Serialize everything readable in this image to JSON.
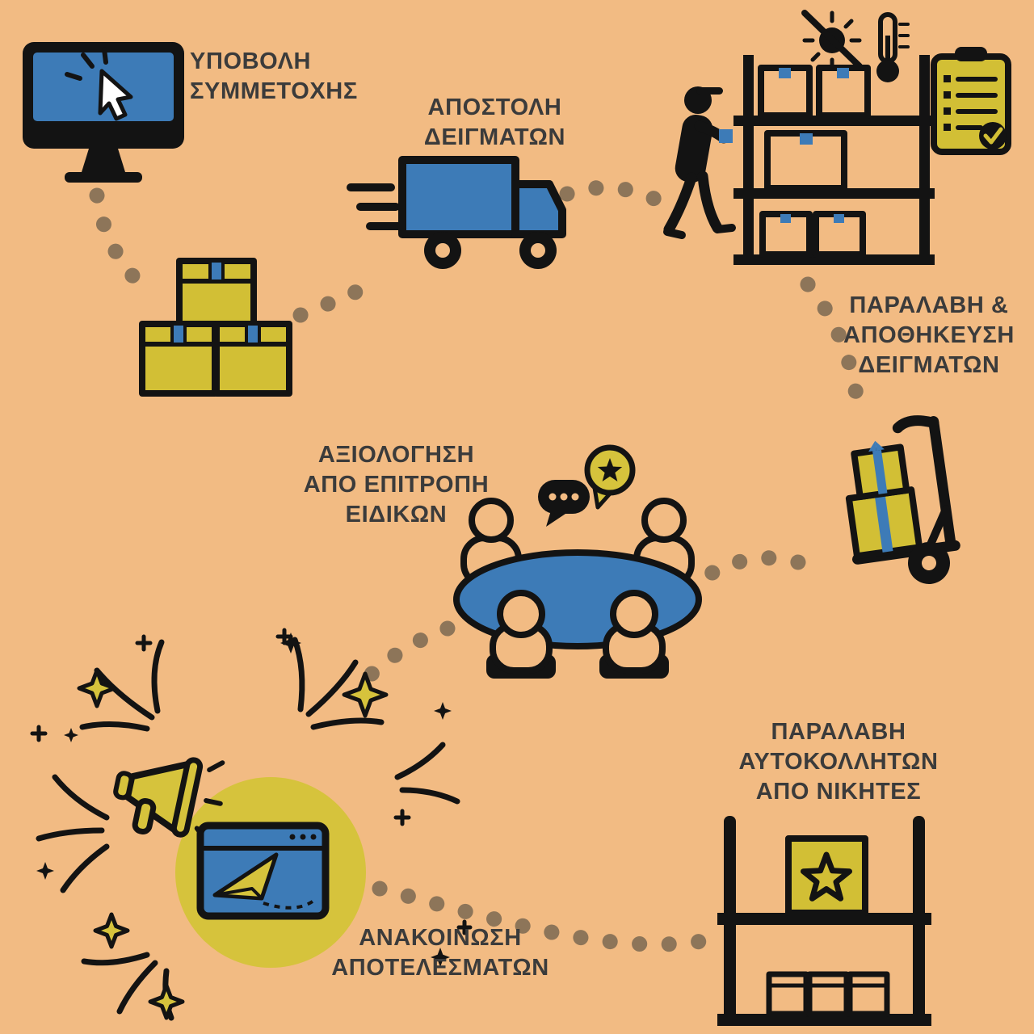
{
  "colors": {
    "background": "#f2bb83",
    "blue": "#3d7bb7",
    "yellow": "#d2bf35",
    "celebration_yellow": "#d6c33c",
    "ink": "#131313",
    "connector_dots": "#8d7559",
    "text": "#3b3b3b"
  },
  "steps": [
    {
      "id": "submission",
      "label": "ΥΠΟΒΟΛΗ\nΣΥΜΜΕΤΟΧΗΣ",
      "icon": "computer-monitor-click"
    },
    {
      "id": "shipping",
      "label": "ΑΠΟΣΤΟΛΗ\nΔΕΙΓΜΑΤΩΝ",
      "icon": "delivery-truck-and-boxes"
    },
    {
      "id": "storage",
      "label": "ΠΑΡΑΛΑΒΗ &\nΑΠΟΘΗΚΕΥΣΗ\nΔΕΙΓΜΑΤΩΝ",
      "icon": "warehouse-shelf-worker"
    },
    {
      "id": "evaluation",
      "label": "ΑΞΙΟΛΟΓΗΣΗ\nΑΠΟ ΕΠΙΤΡΟΠΗ\nΕΙΔΙΚΩΝ",
      "icon": "committee-round-table"
    },
    {
      "id": "announcement",
      "label": "ΑΝΑΚΟΙΝΩΣΗ\nΑΠΟΤΕΛΕΣΜΑΤΩΝ",
      "icon": "megaphone-celebration-browser"
    },
    {
      "id": "winners",
      "label": "ΠΑΡΑΛΑΒΗ\nΑΥΤΟΚΟΛΛΗΤΩΝ\nΑΠΟ ΝΙΚΗΤΕΣ",
      "icon": "winner-star-box-shelf"
    }
  ],
  "decorative_icons": [
    "no-direct-sunlight-icon",
    "thermometer-icon",
    "checklist-clipboard-icon",
    "hand-truck-boxes-icon",
    "speech-bubble-star-icon",
    "speech-bubble-dots-icon",
    "paper-plane-icon",
    "fireworks-stars"
  ]
}
